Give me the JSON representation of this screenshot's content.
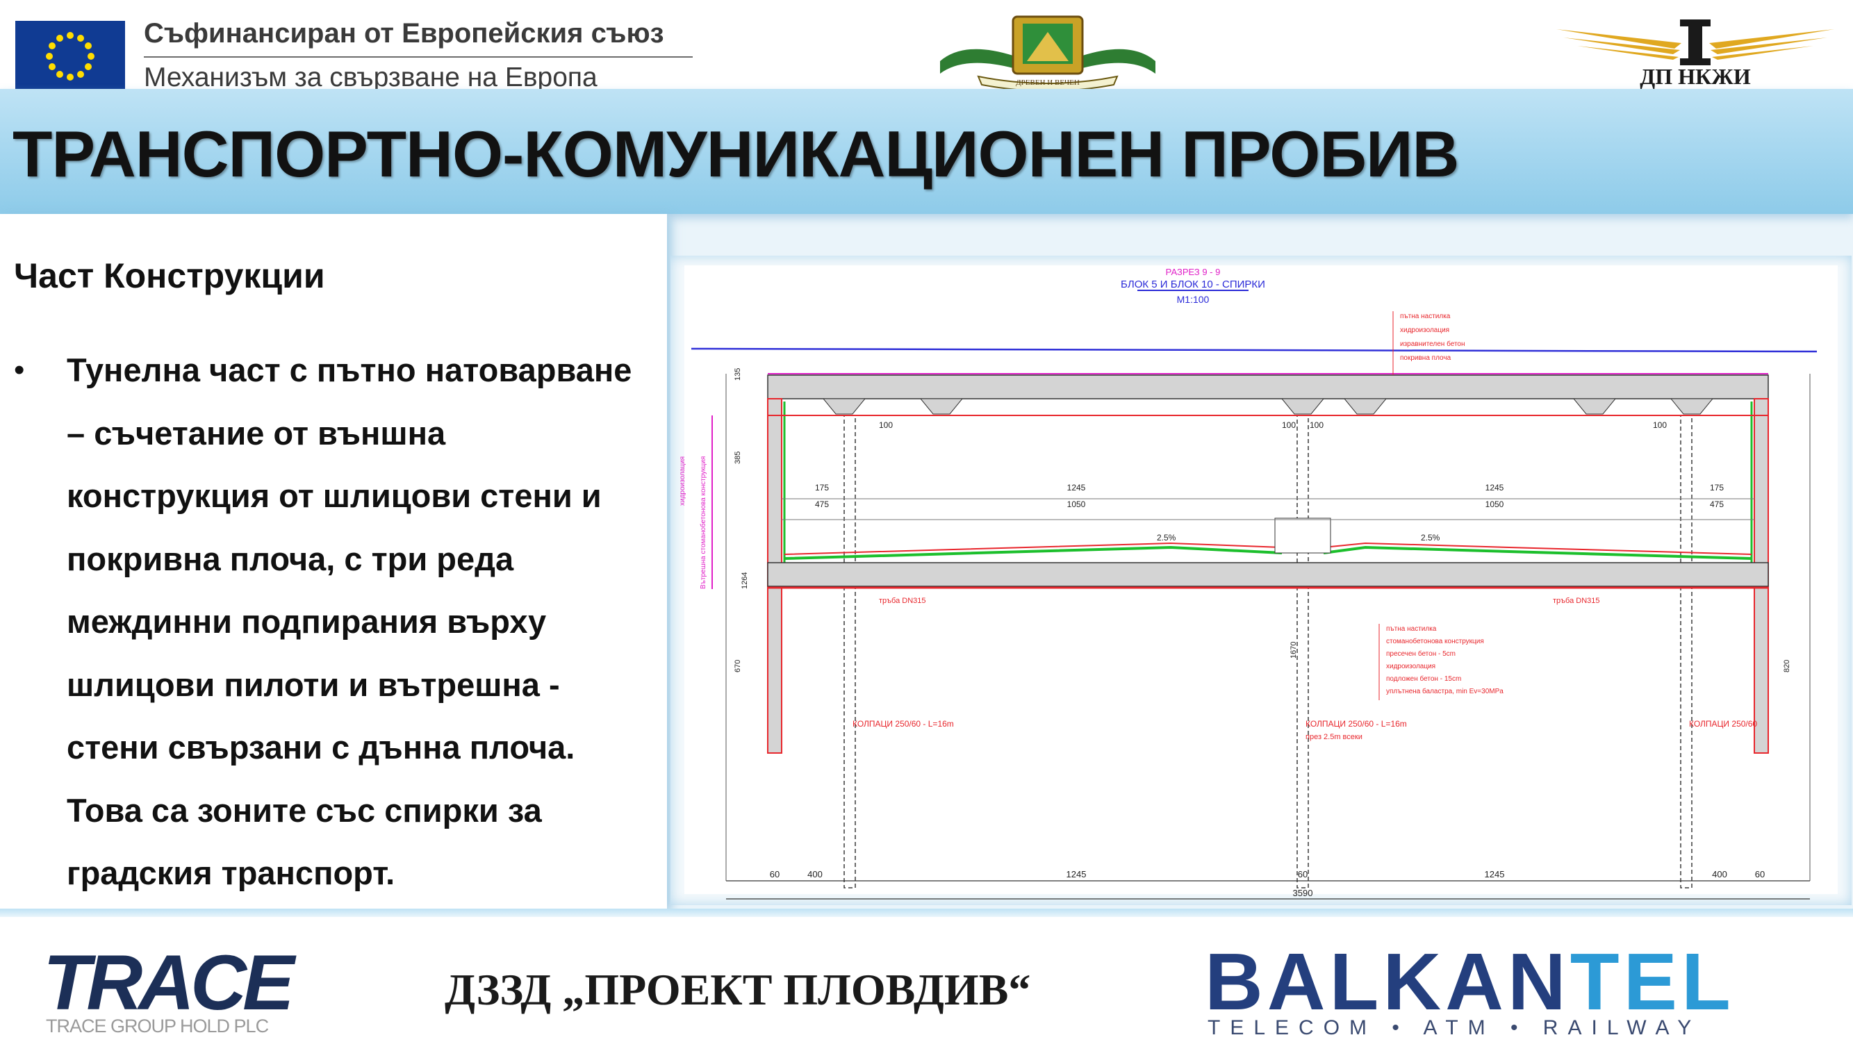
{
  "header": {
    "eu_line1": "Съфинансиран от Европейския съюз",
    "eu_line2": "Механизъм за свързване на Европа",
    "crest_motto": "ДРЕВЕН И ВЕЧЕН",
    "nkzi_label": "ДП НКЖИ"
  },
  "title": "ТРАНСПОРТНО-КОМУНИКАЦИОНЕН ПРОБИВ",
  "content": {
    "section_title": "Част Конструкции",
    "bullet_mark": "•",
    "bullet_text": "Тунелна част с пътно натоварване – съчетание от външна конструкция от шлицови стени и покривна плоча, с три реда междинни подпирания върху шлицови пилоти и вътрешна - стени свързани с дънна плоча. Това са зоните със спирки за градския транспорт."
  },
  "drawing": {
    "title_lines": [
      "РАЗРЕЗ 9 - 9",
      "БЛОК 5 И БЛОК 10 - СПИРКИ",
      "М1:100"
    ],
    "dims_bottom": [
      "60",
      "400",
      "1245",
      "60",
      "1245",
      "400",
      "60"
    ],
    "total_width": "3590",
    "dims_upper": [
      "175",
      "1245",
      "1245",
      "175"
    ],
    "dims_mid": [
      "475",
      "1050",
      "1050",
      "475"
    ],
    "column_dims": [
      "100",
      "100",
      "100",
      "100"
    ],
    "slopes": [
      "2.5%",
      "2.5%"
    ],
    "pile_labels": [
      "КОЛПАЦИ 250/60 - L=16m",
      "КОЛПАЦИ 250/60 - L=16m",
      "КОЛПАЦИ 250/60"
    ],
    "pile_note": "през 2.5m всеки",
    "pipe_labels": [
      "тръба DN315",
      "тръба DN315"
    ],
    "vertical_dims": [
      "135",
      "385",
      "1264",
      "670",
      "1670",
      "820"
    ],
    "layers_top": [
      "пътна настилка",
      "хидроизолация",
      "изравнителен бетон",
      "покривна плоча"
    ],
    "layers_bottom": [
      "пътна настилка",
      "стоманобетонова конструкция",
      "пресечен бетон - 5cm",
      "хидроизолация",
      "подложен бетон - 15cm",
      "уплътнена баластра, min Ev=30MPa"
    ],
    "side_label": "Вътрешна стоманобетонова конструкция",
    "side_label2": "хидроизолация"
  },
  "footer": {
    "trace_logo": "TRACE",
    "trace_sub": "TRACE GROUP HOLD PLC",
    "project": "ДЗЗД   „ПРОЕКТ ПЛОВДИВ“",
    "balkantel_a": "BALKAN",
    "balkantel_b": "TEL",
    "balkantel_sub": "TELECOM • ATM • RAILWAY"
  },
  "colors": {
    "eu_blue": "#103b93",
    "eu_star": "#ffdd00",
    "title_band": "#a8d8f0",
    "drawing_red": "#e8262c",
    "drawing_green": "#1cbf2c",
    "drawing_magenta": "#e020c8",
    "drawing_blue": "#2a2ad8",
    "balkantel_dark": "#243f7e",
    "balkantel_light": "#2c9ad6"
  }
}
